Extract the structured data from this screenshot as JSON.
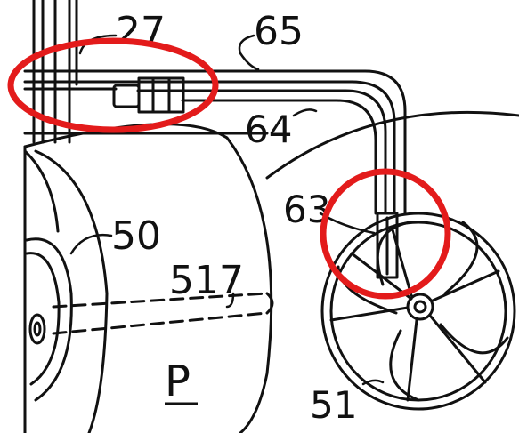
{
  "drawing": {
    "labels": {
      "l27": "27",
      "l65": "65",
      "l64": "64",
      "l63": "63",
      "l50": "50",
      "l517": "517",
      "lP": "P",
      "l51": "51"
    },
    "colors": {
      "ink": "#111111",
      "highlight": "#e31b1b",
      "paper": "#ffffff"
    }
  }
}
